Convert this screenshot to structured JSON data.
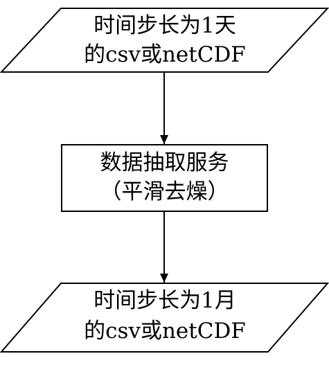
{
  "diagram": {
    "input_node": {
      "line1": "时间步长为1天",
      "line2": "的csv或netCDF"
    },
    "process_node": {
      "line1": "数据抽取服务",
      "line2": "（平滑去燥）"
    },
    "output_node": {
      "line1": "时间步长为1月",
      "line2": "的csv或netCDF"
    },
    "colors": {
      "stroke": "#000000",
      "fill": "#ffffff",
      "text": "#000000"
    }
  }
}
